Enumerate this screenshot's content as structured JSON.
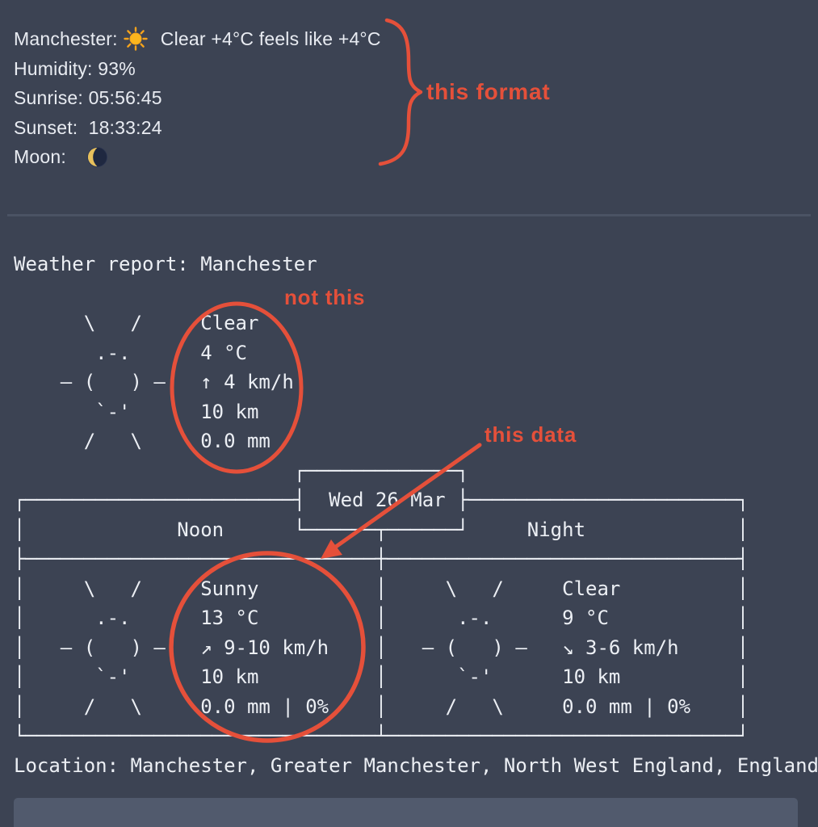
{
  "colors": {
    "background": "#3c4353",
    "text": "#e9ecf2",
    "annotation_red": "#e5503a",
    "divider": "#4b5364",
    "code_block_bg": "#515a6d",
    "sun_yellow": "#fcb61d",
    "moon_dark": "#1f2840",
    "moon_crescent": "#e7c05c"
  },
  "summary": {
    "location_label": "Manchester:",
    "condition": "Clear +4°C feels like +4°C",
    "humidity": "Humidity: 93%",
    "sunrise": "Sunrise: 05:56:45",
    "sunset": "Sunset:  18:33:24",
    "moon_label": "Moon:",
    "icons": {
      "sun": "sun-icon",
      "moon": "waning-crescent-moon-icon"
    }
  },
  "annotations": {
    "this_format": "this format",
    "not_this": "not this",
    "this_data": "this data"
  },
  "weather_report": {
    "title": "Weather report: Manchester",
    "current": {
      "condition": "Clear",
      "temperature": "4 °C",
      "wind": "↑ 4 km/h",
      "visibility": "10 km",
      "precipitation": "0.0 mm"
    },
    "date": "Wed 26 Mar",
    "periods": [
      {
        "name": "Noon",
        "condition": "Sunny",
        "temperature": "13 °C",
        "wind": "↗ 9-10 km/h",
        "visibility": "10 km",
        "precipitation": "0.0 mm | 0%"
      },
      {
        "name": "Night",
        "condition": "Clear",
        "temperature": "9 °C",
        "wind": "↘ 3-6 km/h",
        "visibility": "10 km",
        "precipitation": "0.0 mm | 0%"
      }
    ],
    "location_line": "Location: Manchester, Greater Manchester, North West England, England",
    "ascii_lines": [
      "Weather report: Manchester",
      "",
      "      \\   /     Clear",
      "       .-.      4 °C",
      "    ― (   ) ―   ↑ 4 km/h",
      "       `-'      10 km",
      "      /   \\     0.0 mm",
      "                        ┌─────────────┐",
      "┌───────────────────────┤  Wed 26 Mar ├───────────────────────┐",
      "│             Noon      └──────┬──────┘     Night             │",
      "├──────────────────────────────┼──────────────────────────────┤",
      "│     \\   /     Sunny          │     \\   /     Clear          │",
      "│      .-.      13 °C          │      .-.      9 °C           │",
      "│   ― (   ) ―   ↗ 9-10 km/h    │   ― (   ) ―   ↘ 3-6 km/h     │",
      "│      `-'      10 km          │      `-'      10 km          │",
      "│     /   \\     0.0 mm | 0%    │     /   \\     0.0 mm | 0%    │",
      "└──────────────────────────────┴──────────────────────────────┘",
      "Location: Manchester, Greater Manchester, North West England, England"
    ]
  }
}
